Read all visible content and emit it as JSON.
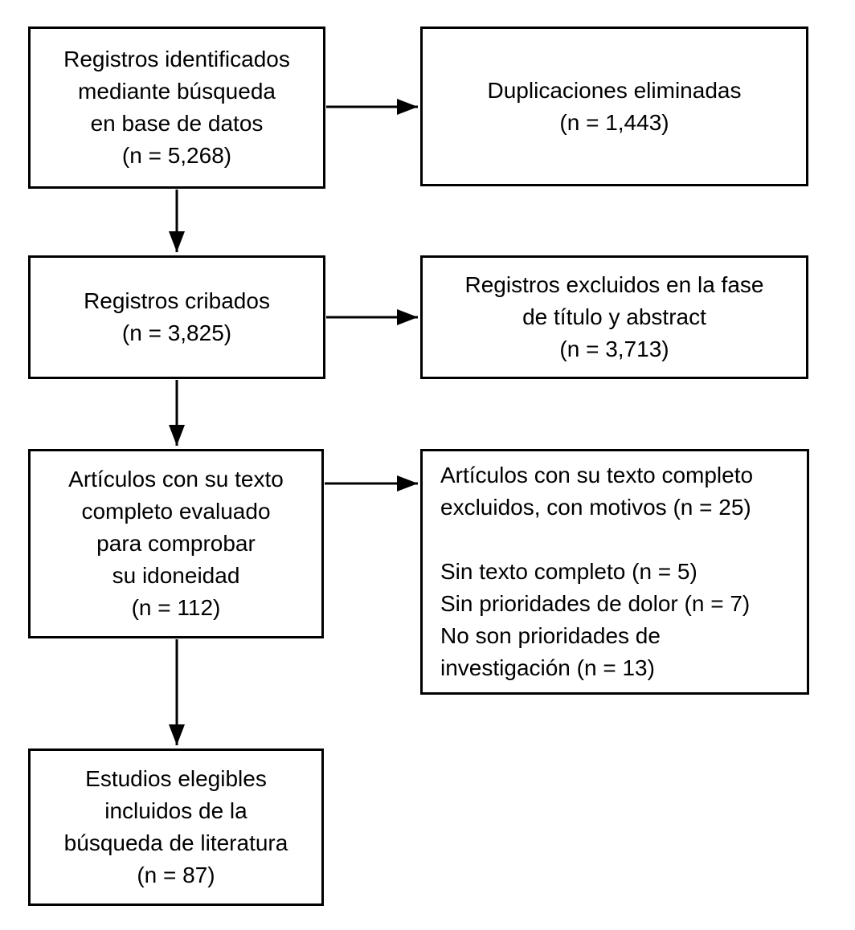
{
  "diagram": {
    "boxes": {
      "identified": "Registros identificados\nmediante búsqueda\nen base de datos\n(n = 5,268)",
      "duplicates_removed": "Duplicaciones eliminadas\n(n = 1,443)",
      "screened": "Registros cribados\n(n = 3,825)",
      "excluded_title_abstract": "Registros excluidos en la fase\nde título y abstract\n(n = 3,713)",
      "fulltext_assessed": "Artículos con su texto\ncompleto evaluado\npara comprobar\nsu idoneidad\n(n = 112)",
      "fulltext_excluded": "Artículos con su texto completo\nexcluidos, con motivos (n = 25)\n\nSin texto completo (n = 5)\nSin prioridades de dolor (n = 7)\nNo son prioridades de\ninvestigación (n = 13)",
      "included": "Estudios elegibles\nincluidos de la\nbúsqueda de literatura\n(n = 87)"
    },
    "colors": {
      "line": "#000000",
      "background": "#ffffff",
      "text": "#000000"
    }
  }
}
